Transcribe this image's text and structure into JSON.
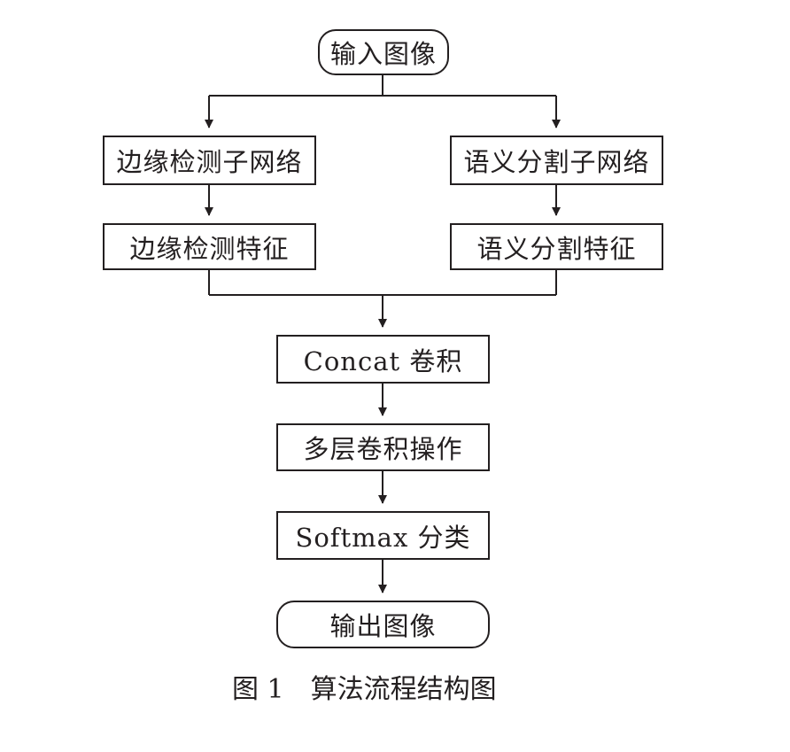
{
  "nodes": {
    "input": "输入图像",
    "edge_net": "边缘检测子网络",
    "seg_net": "语义分割子网络",
    "edge_feat": "边缘检测特征",
    "seg_feat": "语义分割特征",
    "concat": "Concat 卷积",
    "multi_conv": "多层卷积操作",
    "softmax": "Softmax 分类",
    "output": "输出图像"
  },
  "caption": {
    "number": "图 1",
    "title": "算法流程结构图"
  }
}
